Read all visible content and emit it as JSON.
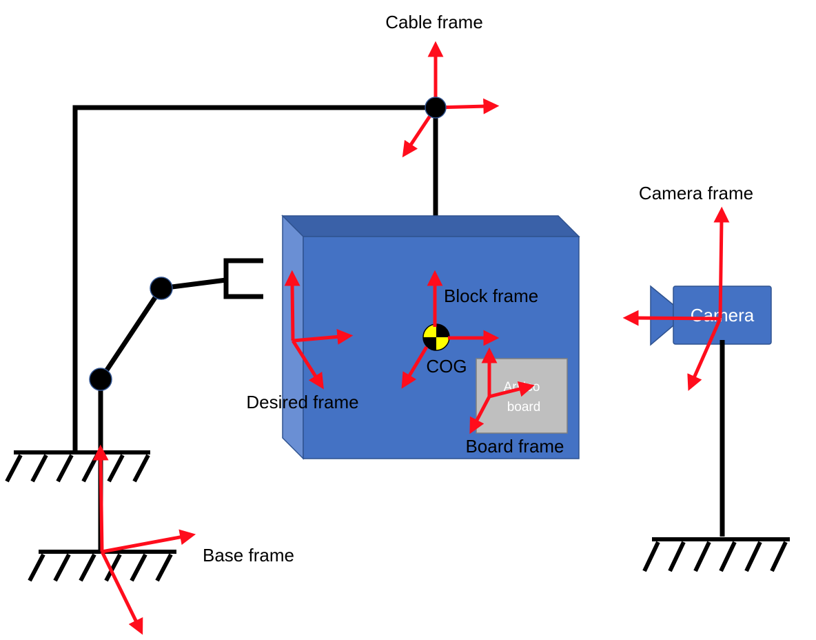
{
  "labels": {
    "cable_frame": "Cable frame",
    "camera_frame": "Camera frame",
    "block_frame": "Block frame",
    "cog": "COG",
    "desired_frame": "Desired frame",
    "board_frame": "Board frame",
    "base_frame": "Base frame",
    "camera": "Camera",
    "aruco_line1": "ArUco",
    "aruco_line2": "board"
  },
  "colors": {
    "axis": "#ff0d1c",
    "block_front": "#4472c4",
    "block_side": "#6a8fd4",
    "block_top": "#3a61a8",
    "block_edge": "#2f528f",
    "camera_body": "#4472c4",
    "aruco_board": "#bfbfbf",
    "link": "#000000"
  }
}
